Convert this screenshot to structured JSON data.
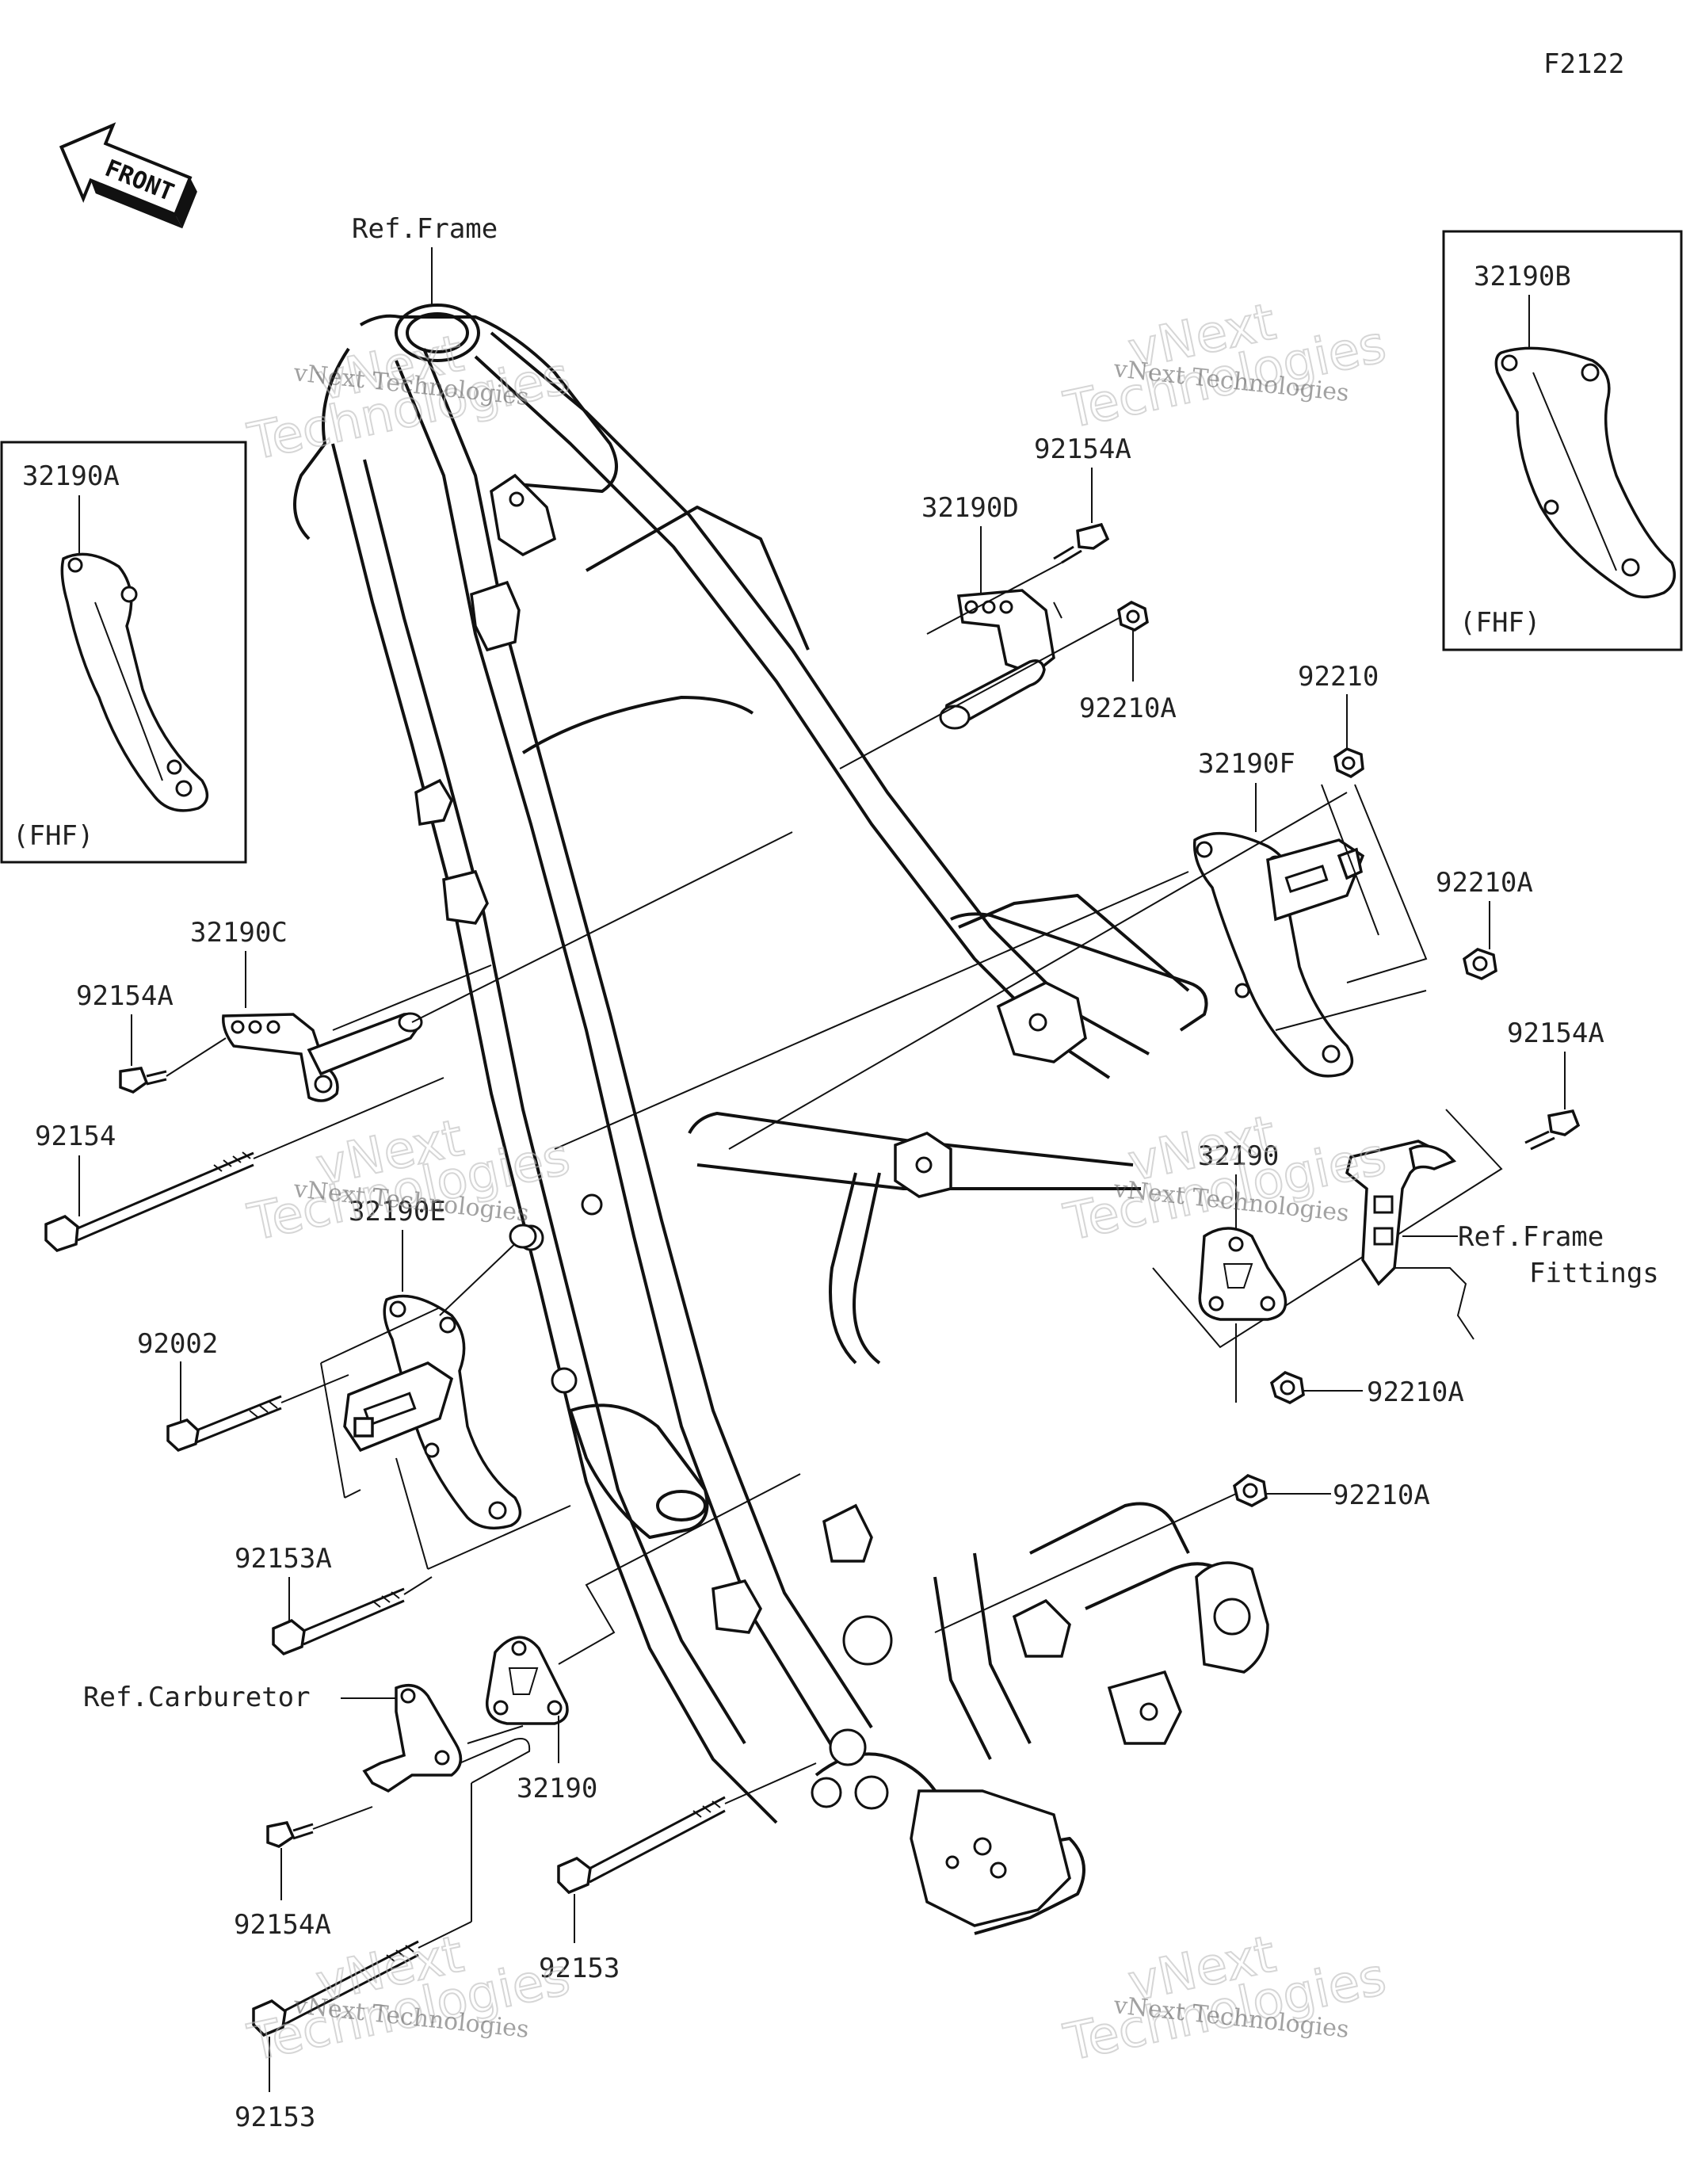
{
  "diagram_code": "F2122",
  "front_arrow_text": "FRONT",
  "labels": {
    "ref_frame": "Ref.Frame",
    "ref_frame_fittings_1": "Ref.Frame",
    "ref_frame_fittings_2": "Fittings",
    "ref_carburetor": "Ref.Carburetor",
    "p32190A": "32190A",
    "p32190B": "32190B",
    "p32190C": "32190C",
    "p32190D": "32190D",
    "p32190E": "32190E",
    "p32190F": "32190F",
    "p32190_right": "32190",
    "p32190_bottom": "32190",
    "p92154A_top": "92154A",
    "p92154A_left": "92154A",
    "p92154A_right": "92154A",
    "p92154A_bottom": "92154A",
    "p92154": "92154",
    "p92210": "92210",
    "p92210A_top": "92210A",
    "p92210A_f": "92210A",
    "p92210A_mid": "92210A",
    "p92210A_low": "92210A",
    "p92002": "92002",
    "p92153A": "92153A",
    "p92153_mid": "92153",
    "p92153_bottom": "92153",
    "fhf_left": "(FHF)",
    "fhf_right": "(FHF)"
  },
  "watermark": {
    "line1": "vNext Technologies",
    "line2": "vNext",
    "line3": "Technologies"
  }
}
